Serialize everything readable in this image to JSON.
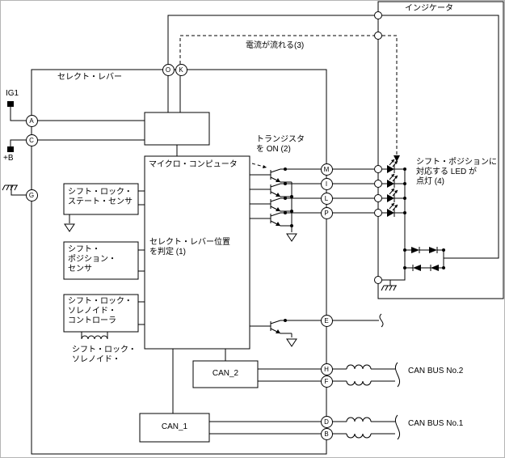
{
  "labels": {
    "indicator_title": "インジケータ",
    "current_flow": "電流が流れる(3)",
    "select_lever": "セレクト・レバー",
    "ig1": "IG1",
    "plus_b": "+B",
    "microcomputer": "マイクロ・コンピュータ",
    "judge_position": "セレクト・レバー位置\nを判定 (1)",
    "transistor_on": "トランジスタ\nを ON (2)",
    "led_lights": "シフト・ポジションに\n対応する LED が\n点灯 (4)",
    "shift_lock_state_sensor": "シフト・ロック・\nステート・センサ",
    "shift_position_sensor": "シフト・\nポジション・\nセンサ",
    "shift_lock_solenoid_controller": "シフト・ロック・\nソレノイド・\nコントローラ",
    "shift_lock_solenoid": "シフト・ロック・\nソレノイド・",
    "can2": "CAN_2",
    "can1": "CAN_1",
    "can_bus_no2": "CAN BUS No.2",
    "can_bus_no1": "CAN BUS No.1"
  },
  "connectors": {
    "a": "A",
    "c": "C",
    "g": "G",
    "o": "O",
    "k": "K",
    "m": "M",
    "i": "I",
    "l": "L",
    "p": "P",
    "e": "E",
    "h": "H",
    "f": "F",
    "d": "D",
    "b": "B"
  },
  "colors": {
    "line": "#000000",
    "background": "#ffffff"
  }
}
